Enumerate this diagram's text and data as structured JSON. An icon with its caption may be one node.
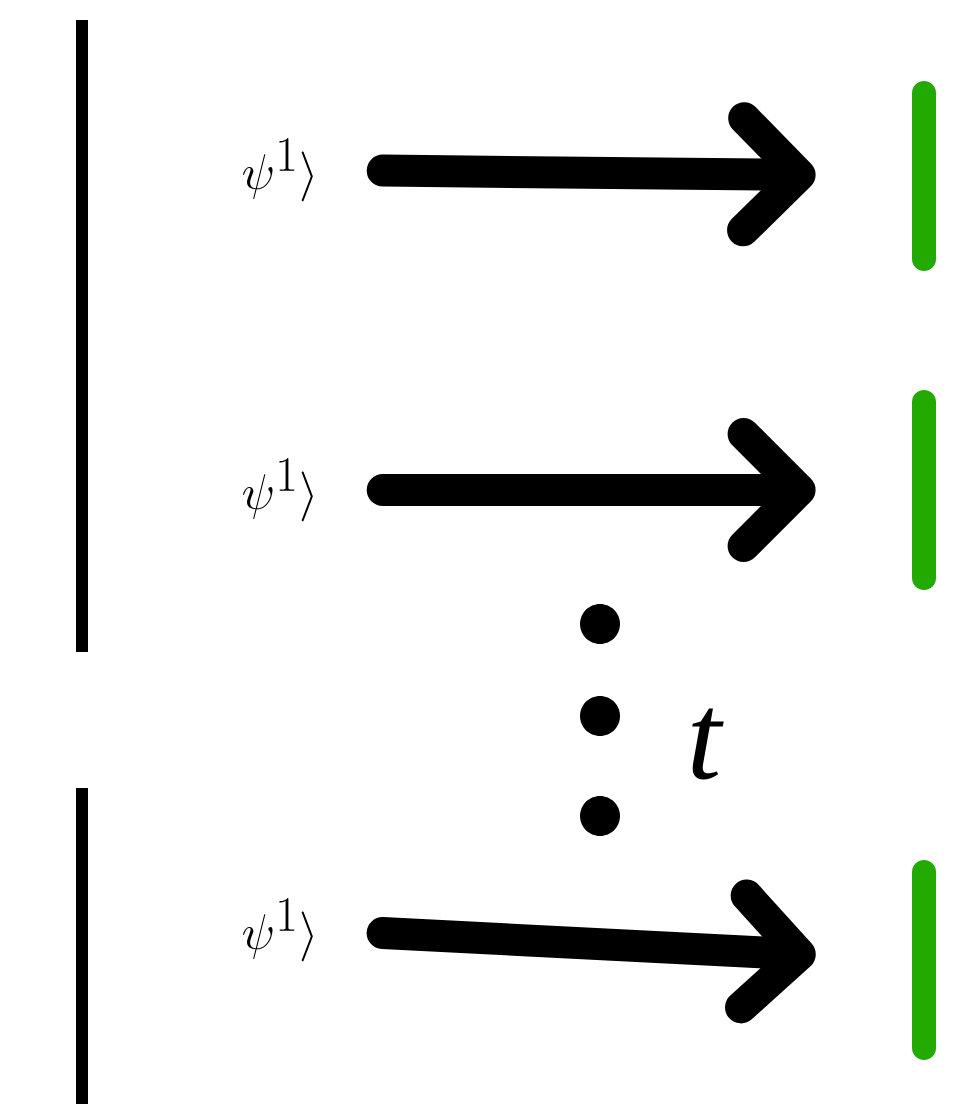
{
  "diagram": {
    "nodes": [
      {
        "text": [
          "\\psi^{1}\\rangle"
        ]
      },
      {
        "text": [],
        "shape": "bar"
      },
      {
        "text": [
          "\\psi^{1}\\rangle"
        ]
      },
      {
        "text": [],
        "shape": "bar"
      },
      {
        "text": [
          "\\psi^{1}\\rangle"
        ]
      },
      {
        "text": [],
        "shape": "bar"
      }
    ],
    "edges": [
      {
        "from": 0,
        "to": 1,
        "arrow": "to"
      },
      {
        "from": 2,
        "to": 3,
        "arrow": "to"
      },
      {
        "from": 4,
        "to": 5,
        "arrow": "to"
      }
    ],
    "labels": [
      "t"
    ]
  }
}
